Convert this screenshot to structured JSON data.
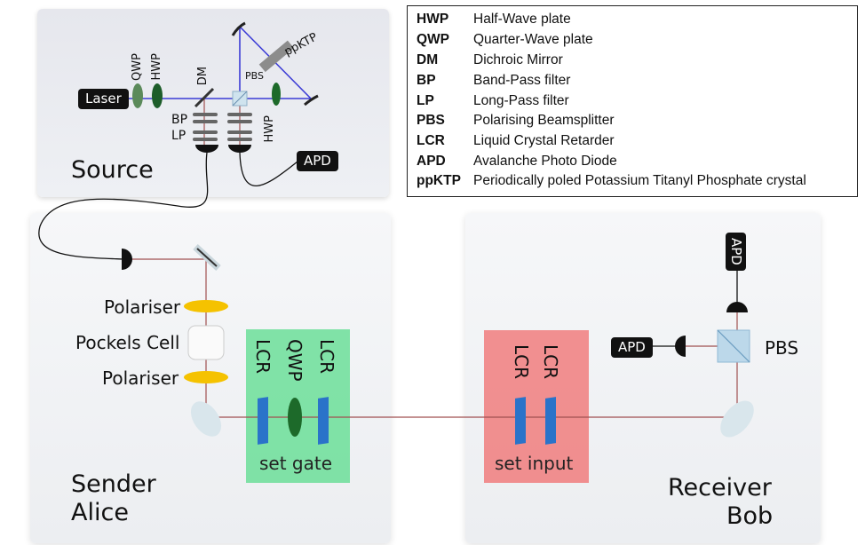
{
  "panels": {
    "source": "Source",
    "alice_line1": "Sender",
    "alice_line2": "Alice",
    "bob_line1": "Receiver",
    "bob_line2": "Bob"
  },
  "source_components": {
    "laser": "Laser",
    "qwp": "QWP",
    "hwp": "HWP",
    "dm": "DM",
    "ppktp": "ppKTP",
    "pbs": "PBS",
    "hwp2": "HWP",
    "bp": "BP",
    "lp": "LP",
    "apd": "APD"
  },
  "alice_components": {
    "polariser_top": "Polariser",
    "pockels": "Pockels Cell",
    "polariser_bottom": "Polariser",
    "lcr1": "LCR",
    "qwp": "QWP",
    "lcr2": "LCR",
    "gate_label": "set gate"
  },
  "bob_components": {
    "lcr1": "LCR",
    "lcr2": "LCR",
    "input_label": "set input",
    "apd_left": "APD",
    "apd_top": "APD",
    "pbs": "PBS"
  },
  "legend": [
    {
      "key": "HWP",
      "desc": "Half-Wave plate"
    },
    {
      "key": "QWP",
      "desc": "Quarter-Wave plate"
    },
    {
      "key": "DM",
      "desc": "Dichroic Mirror"
    },
    {
      "key": "BP",
      "desc": "Band-Pass filter"
    },
    {
      "key": "LP",
      "desc": "Long-Pass filter"
    },
    {
      "key": "PBS",
      "desc": "Polarising Beamsplitter"
    },
    {
      "key": "LCR",
      "desc": "Liquid Crystal Retarder"
    },
    {
      "key": "APD",
      "desc": "Avalanche Photo Diode"
    },
    {
      "key": "ppKTP",
      "desc": "Periodically poled Potassium Titanyl Phosphate crystal"
    }
  ],
  "colors": {
    "pump_beam": "#3b3bd6",
    "signal_beam": "#a05050",
    "gate_box": "#5adc8c",
    "input_box": "#f06e6e",
    "polariser": "#f5c200",
    "waveplate": "#2f7a3c",
    "lcr": "#2a73c9"
  }
}
